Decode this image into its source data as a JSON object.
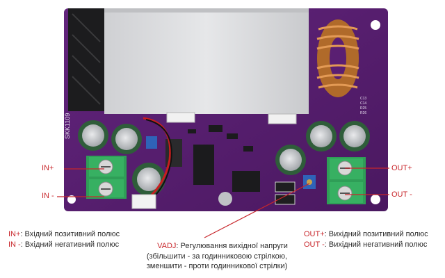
{
  "colors": {
    "annotation": "#c8262b",
    "pcb": "#5a1f72",
    "terminal": "#2f9e57",
    "heatsink": "#d9dadc"
  },
  "board": {
    "silkscreen_model": "SKK1109",
    "cap_labels": [
      "C13",
      "C14",
      "R25",
      "R26"
    ]
  },
  "callouts": {
    "in_plus": "IN+",
    "in_minus": "IN -",
    "out_plus": "OUT+",
    "out_minus": "OUT -"
  },
  "legend_left": {
    "line1_key": "IN+",
    "line1_text": ": Вхідний позитивний полюс",
    "line2_key": "IN -",
    "line2_text": ": Вхідний негативний полюс"
  },
  "legend_center": {
    "key": "VADJ",
    "line1": ": Регулювання вихідної напруги",
    "line2": "(збільшити - за годинниковою стрілкою,",
    "line3": "зменшити - проти годинникової стрілки)"
  },
  "legend_right": {
    "line1_key": "OUT+",
    "line1_text": ": Вихідний позитивний полюс",
    "line2_key": "OUT -",
    "line2_text": ": Вихідний негативний полюс"
  }
}
